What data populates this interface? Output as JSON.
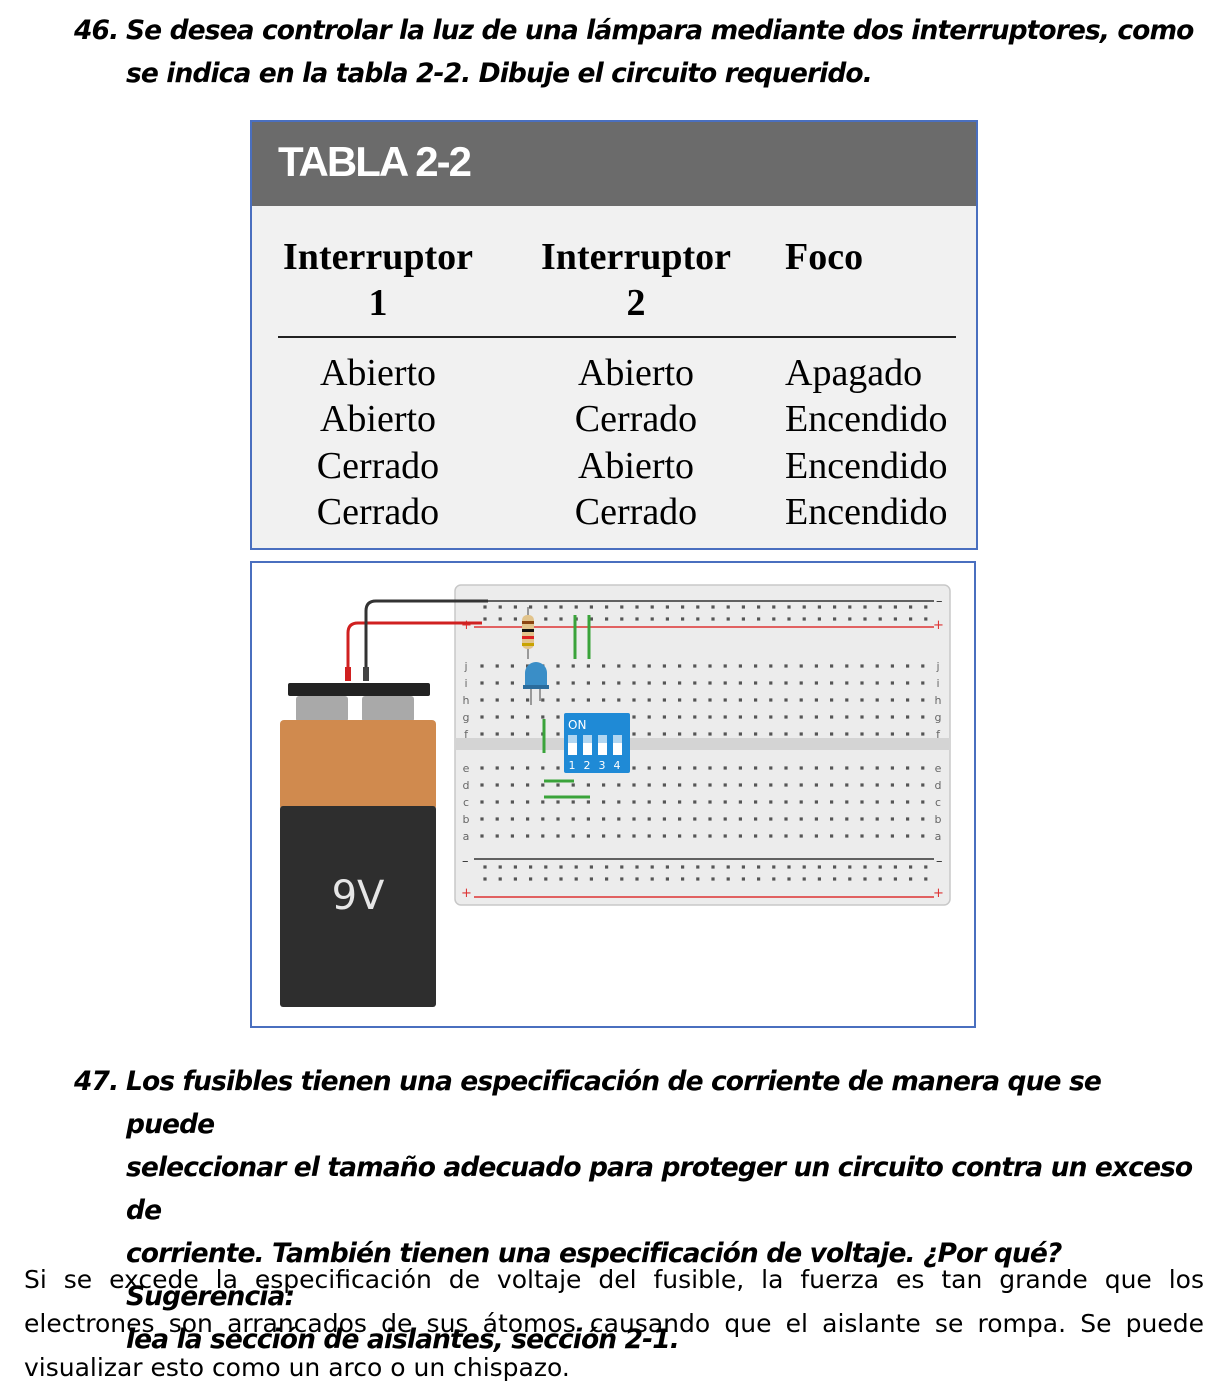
{
  "question46": {
    "number": "46.",
    "text": "Se desea controlar la luz de una lámpara mediante dos interruptores, como se indica en la tabla 2-2. Dibuje el circuito requerido."
  },
  "table": {
    "title": "TABLA 2-2",
    "headers": [
      {
        "line1": "Interruptor",
        "line2": "1"
      },
      {
        "line1": "Interruptor",
        "line2": "2"
      },
      {
        "line1": "Foco",
        "line2": ""
      }
    ],
    "rows": [
      [
        "Abierto",
        "Abierto",
        "Apagado"
      ],
      [
        "Abierto",
        "Cerrado",
        "Encendido"
      ],
      [
        "Cerrado",
        "Abierto",
        "Encendido"
      ],
      [
        "Cerrado",
        "Cerrado",
        "Encendido"
      ]
    ]
  },
  "circuit": {
    "battery_label": "9V",
    "dip_switch_label": "ON",
    "dip_switch_numbers": [
      "1",
      "2",
      "3",
      "4"
    ],
    "rail_plus": "+",
    "rail_minus": "–",
    "row_letters_top": [
      "j",
      "i",
      "h",
      "g",
      "f"
    ],
    "row_letters_bottom": [
      "e",
      "d",
      "c",
      "b",
      "a"
    ],
    "colors": {
      "battery_top": "#d08a4e",
      "battery_bottom": "#2e2e2e",
      "dip_switch": "#1f8ad6",
      "wire_green": "#3aa33a",
      "wire_red": "#d02020",
      "led": "#3a8ec7",
      "rail_red": "#d33",
      "rail_black": "#333"
    }
  },
  "question47": {
    "number": "47.",
    "line1": "Los fusibles tienen una especificación de corriente de manera que se puede",
    "line2": "seleccionar el tamaño adecuado para proteger un circuito contra un exceso de",
    "line3": "corriente. También tienen una especificación de voltaje. ¿Por qué? Sugerencia:",
    "line4": "lea la sección de aislantes, sección 2-1."
  },
  "answer": {
    "line1": "Si se excede la especificación de voltaje del fusible, la fuerza es tan grande que los",
    "line2": "electrones son arrancados de sus átomos causando que el aislante se rompa. Se puede",
    "line3": "visualizar esto como un arco o un chispazo."
  }
}
